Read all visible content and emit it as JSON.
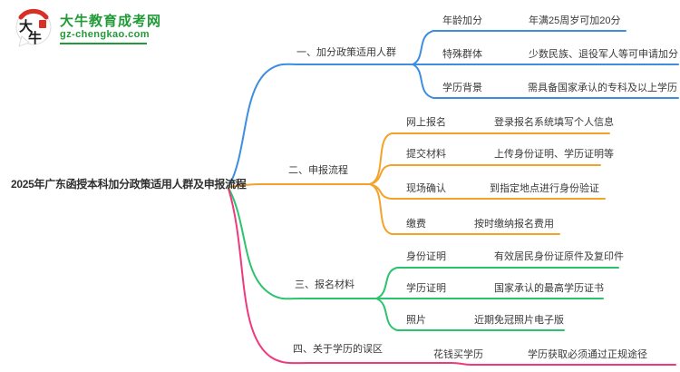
{
  "logo": {
    "site_name": "大牛教育成考网",
    "site_url": "gz-chengkao.com",
    "icon_text_top": "大",
    "icon_text_bottom": "牛",
    "brand_color": "#219a38",
    "seal_color": "#d93025"
  },
  "root": {
    "title": "2025年广东函授本科加分政策适用人群及申报流程"
  },
  "branches": [
    {
      "label": "一、加分政策适用人群",
      "color": "#3d8ee0",
      "children": [
        {
          "label": "年龄加分",
          "value": "年满25周岁可加20分"
        },
        {
          "label": "特殊群体",
          "value": "少数民族、退役军人等可申请加分"
        },
        {
          "label": "学历背景",
          "value": "需具备国家承认的专科及以上学历"
        }
      ]
    },
    {
      "label": "二、申报流程",
      "color": "#f3a32a",
      "children": [
        {
          "label": "网上报名",
          "value": "登录报名系统填写个人信息"
        },
        {
          "label": "提交材料",
          "value": "上传身份证明、学历证明等"
        },
        {
          "label": "现场确认",
          "value": "到指定地点进行身份验证"
        },
        {
          "label": "缴费",
          "value": "按时缴纳报名费用"
        }
      ]
    },
    {
      "label": "三、报名材料",
      "color": "#2cc36e",
      "children": [
        {
          "label": "身份证明",
          "value": "有效居民身份证原件及复印件"
        },
        {
          "label": "学历证明",
          "value": "国家承认的最高学历证书"
        },
        {
          "label": "照片",
          "value": "近期免冠照片电子版"
        }
      ]
    },
    {
      "label": "四、关于学历的误区",
      "color": "#f0397c",
      "children": [
        {
          "label": "花钱买学历",
          "value": "学历获取必须通过正规途径"
        }
      ]
    }
  ]
}
